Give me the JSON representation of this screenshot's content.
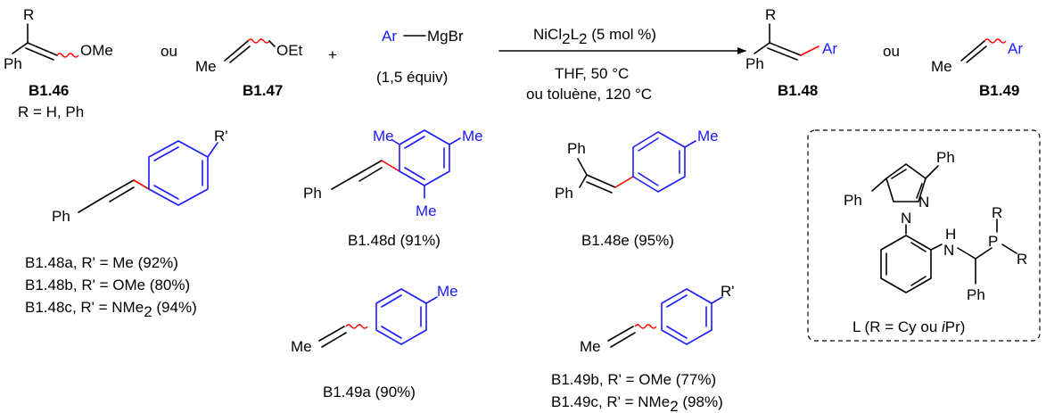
{
  "colors": {
    "aryl": "#1a1aff",
    "new_bond": "#ff0000",
    "ink": "#000000"
  },
  "reaction": {
    "sm1": {
      "r_label": "R",
      "ph": "Ph",
      "ome": "OMe",
      "id": "B1.46",
      "r_note": "R = H, Ph"
    },
    "ou": "ou",
    "sm2": {
      "me": "Me",
      "oet": "OEt",
      "id": "B1.47"
    },
    "plus": "+",
    "grignard": {
      "ar": "Ar",
      "rest": "MgBr",
      "equiv": "(1,5 équiv)"
    },
    "conditions": {
      "catalyst_a": "NiCl",
      "sub_2a": "2",
      "catalyst_b": "L",
      "sub_2b": "2",
      "catalyst_c": " (5 mol %)",
      "line2": "THF, 50 °C",
      "line3": "ou toluène, 120 °C"
    },
    "prod1": {
      "r_label": "R",
      "ph": "Ph",
      "ar": "Ar",
      "id": "B1.48"
    },
    "prod2": {
      "me": "Me",
      "ar": "Ar",
      "id": "B1.49"
    }
  },
  "products": {
    "p48abc": {
      "r_label": "R'",
      "ph": "Ph",
      "a_id": "B1.48a",
      "a_rest": ", R' = Me (92%)",
      "b_id": "B1.48b",
      "b_rest": ", R' = OMe (80%)",
      "c_id": "B1.48c",
      "c_rest_a": ", R' = NMe",
      "c_sub": "2",
      "c_rest_b": " (94%)"
    },
    "p48d": {
      "me_top": "Me",
      "me_right": "Me",
      "me_bottom": "Me",
      "ph": "Ph",
      "id": "B1.48d",
      "yield": " (91%)"
    },
    "p48e": {
      "ph1": "Ph",
      "ph2": "Ph",
      "me": "Me",
      "id": "B1.48e",
      "yield": " (95%)"
    },
    "p49a": {
      "me_left": "Me",
      "me_right": "Me",
      "id": "B1.49a",
      "yield": " (90%)"
    },
    "p49bc": {
      "me": "Me",
      "r_label": "R'",
      "b_id": "B1.49b",
      "b_rest": ", R' = OMe (77%)",
      "c_id": "B1.49c",
      "c_rest_a": ", R' = NMe",
      "c_sub": "2",
      "c_rest_b": " (98%)"
    }
  },
  "ligand": {
    "ph_top": "Ph",
    "ph_left": "Ph",
    "n1": "N",
    "n2": "N",
    "nh_h": "H",
    "nh_n": "N",
    "p": "P",
    "r1": "R",
    "r2": "R",
    "ph_ch": "Ph",
    "caption_a": "L (R = Cy ou ",
    "caption_ipr": "i",
    "caption_b": "Pr)"
  }
}
